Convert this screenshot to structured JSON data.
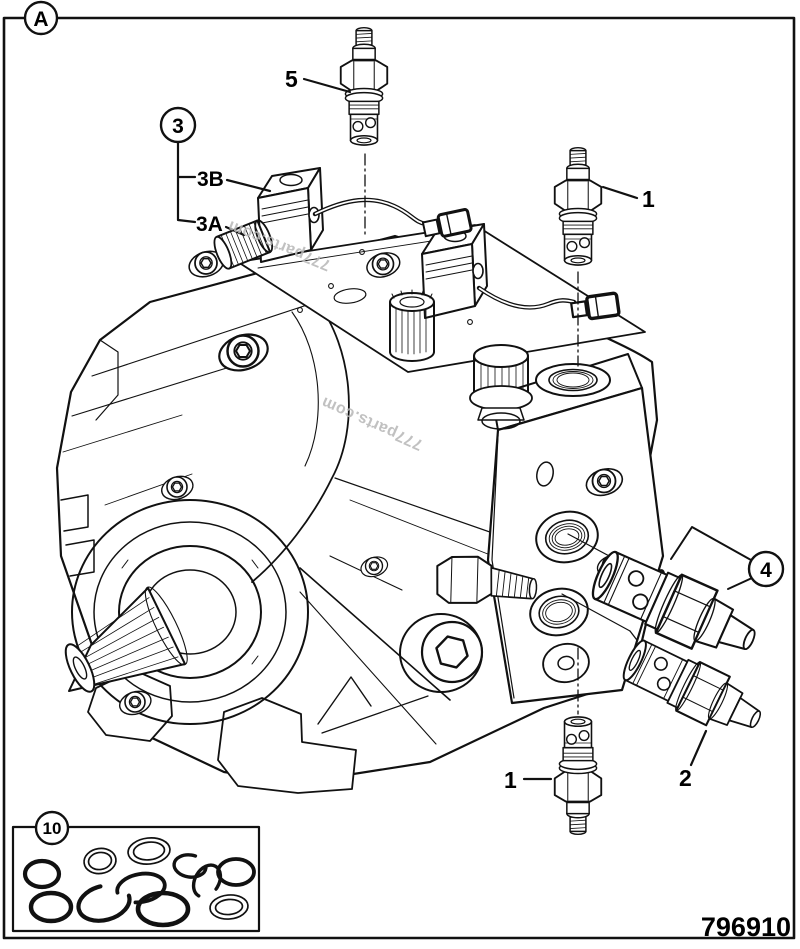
{
  "diagram": {
    "view_label": "A",
    "part_number": "796910",
    "watermark_text": "777parts.com",
    "callouts": {
      "c5": "5",
      "c3": "3",
      "c3b": "3B",
      "c3a": "3A",
      "c1_top": "1",
      "c4": "4",
      "c2": "2",
      "c1_bottom": "1",
      "c10": "10"
    }
  }
}
